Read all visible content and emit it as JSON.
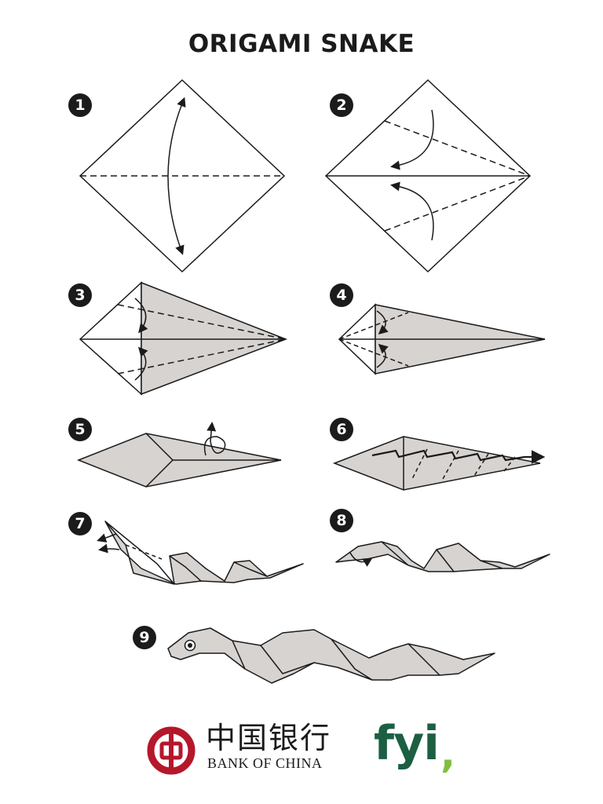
{
  "title": "ORIGAMI SNAKE",
  "steps": [
    "1",
    "2",
    "3",
    "4",
    "5",
    "6",
    "7",
    "8",
    "9"
  ],
  "logos": {
    "bank_chinese": "中国银行",
    "bank_english": "BANK OF CHINA",
    "fyi_text": "fyi",
    "fyi_comma": ","
  },
  "colors": {
    "paper_fill": "#d6d3d0",
    "line": "#1b1b1b",
    "bank_red": "#b5172b",
    "fyi_green": "#1c5f43",
    "fyi_accent": "#7fbf3f"
  }
}
